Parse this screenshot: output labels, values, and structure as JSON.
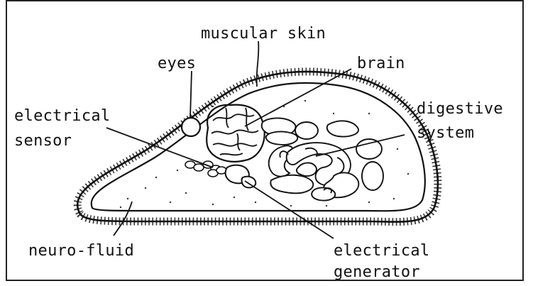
{
  "diagram": {
    "labels": {
      "muscular_skin": "muscular skin",
      "eyes": "eyes",
      "brain": "brain",
      "electrical_sensor_line1": "electrical",
      "electrical_sensor_line2": "sensor",
      "digestive_system_line1": "digestive",
      "digestive_system_line2": "system",
      "neuro_fluid": "neuro-fluid",
      "electrical_generator_line1": "electrical",
      "electrical_generator_line2": "generator"
    },
    "colors": {
      "ink": "#111111",
      "paper": "#ffffff"
    }
  }
}
